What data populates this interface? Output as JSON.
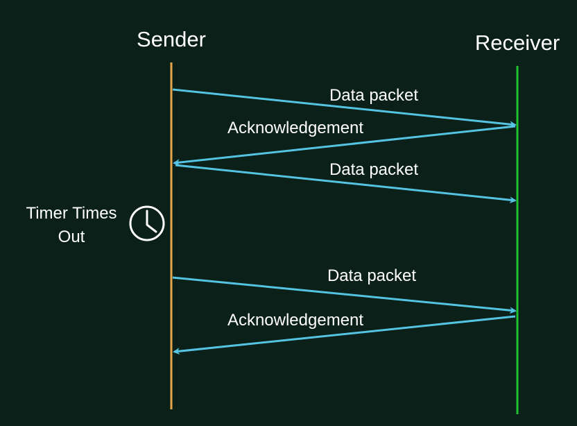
{
  "colors": {
    "background": "#0b2019",
    "sender_line": "#e8a64a",
    "receiver_line": "#1fc230",
    "arrow": "#55c3e2",
    "text": "#ffffff"
  },
  "participants": {
    "sender": "Sender",
    "receiver": "Receiver"
  },
  "messages": [
    {
      "label": "Data packet",
      "direction": "to-receiver"
    },
    {
      "label": "Acknowledgement",
      "direction": "to-sender"
    },
    {
      "label": "Data packet",
      "direction": "to-receiver"
    },
    {
      "label": "Data packet",
      "direction": "to-receiver"
    },
    {
      "label": "Acknowledgement",
      "direction": "to-sender"
    }
  ],
  "timer": {
    "line1": "Timer Times",
    "line2": "Out",
    "icon": "clock-icon"
  }
}
